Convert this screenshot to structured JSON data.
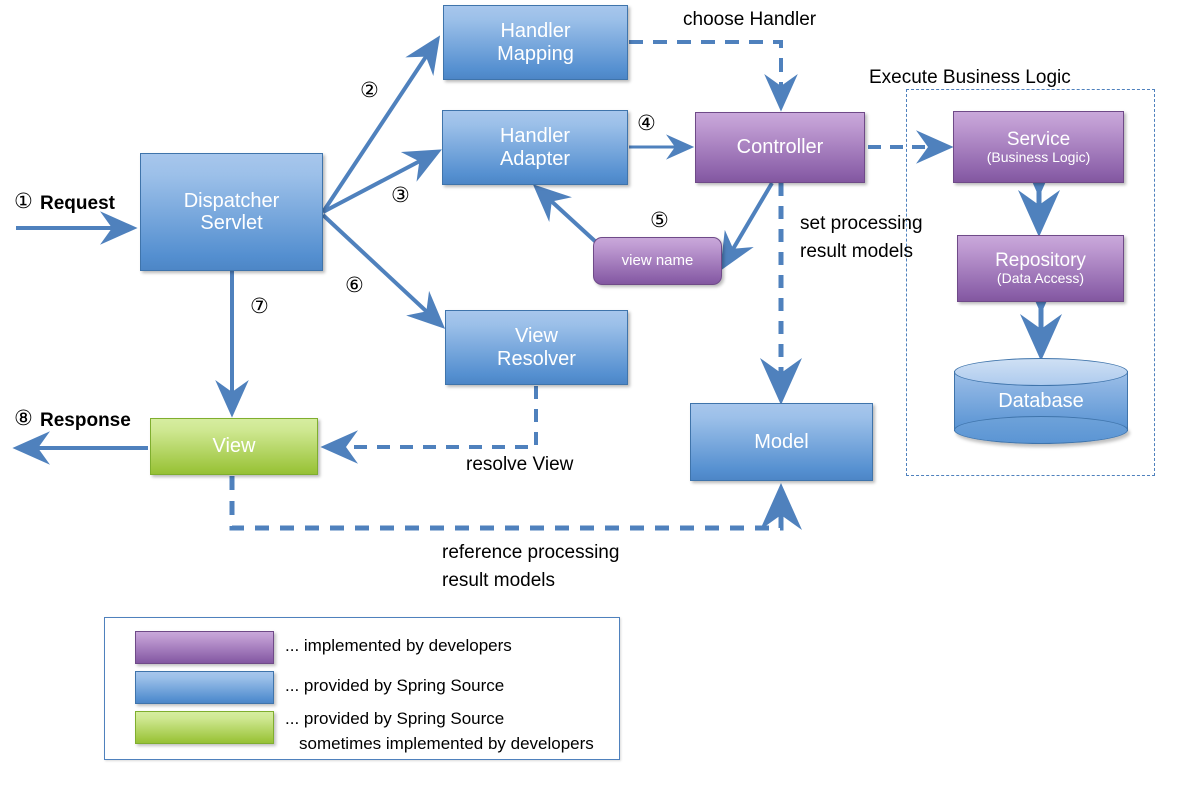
{
  "diagram": {
    "title_hidden": "",
    "nodes": {
      "dispatcher_servlet": {
        "line1": "Dispatcher",
        "line2": "Servlet",
        "color": "#5b95d4"
      },
      "handler_mapping": {
        "line1": "Handler",
        "line2": "Mapping",
        "color": "#5b95d4"
      },
      "handler_adapter": {
        "line1": "Handler",
        "line2": "Adapter",
        "color": "#5b95d4"
      },
      "controller": {
        "line1": "Controller",
        "color": "#8a5fa8"
      },
      "view_name": {
        "line1": "view name",
        "color": "#8a5fa8"
      },
      "view_resolver": {
        "line1": "View",
        "line2": "Resolver",
        "color": "#5b95d4"
      },
      "view": {
        "line1": "View",
        "color": "#9ec63f"
      },
      "model": {
        "line1": "Model",
        "color": "#5b95d4"
      },
      "service": {
        "line1": "Service",
        "line2": "(Business Logic)",
        "color": "#8a5fa8"
      },
      "repository": {
        "line1": "Repository",
        "line2": "(Data Access)",
        "color": "#8a5fa8"
      },
      "database": {
        "line1": "Database",
        "color": "#5b95d4"
      }
    },
    "labels": {
      "request": "Request",
      "response": "Response",
      "choose_handler": "choose Handler",
      "execute_business_logic": "Execute Business Logic",
      "set_processing_1": "set processing",
      "set_processing_2": "result models",
      "resolve_view": "resolve View",
      "reference_1": "reference processing",
      "reference_2": "result models"
    },
    "steps": {
      "s1": "①",
      "s2": "②",
      "s3": "③",
      "s4": "④",
      "s5": "⑤",
      "s6": "⑥",
      "s7": "⑦",
      "s8": "⑧"
    }
  },
  "legend": {
    "items": [
      {
        "color": "#8a5fa8",
        "text_line1": "... implemented by developers",
        "text_line2": ""
      },
      {
        "color": "#5b95d4",
        "text_line1": "... provided by Spring Source",
        "text_line2": ""
      },
      {
        "color": "#9ec63f",
        "text_line1": "... provided by Spring Source",
        "text_line2": "sometimes implemented by developers"
      }
    ]
  },
  "colors": {
    "blue": "#5b95d4",
    "purple": "#8a5fa8",
    "green": "#9ec63f",
    "arrow": "#4f81bd",
    "dashed": "#4f81bd"
  }
}
